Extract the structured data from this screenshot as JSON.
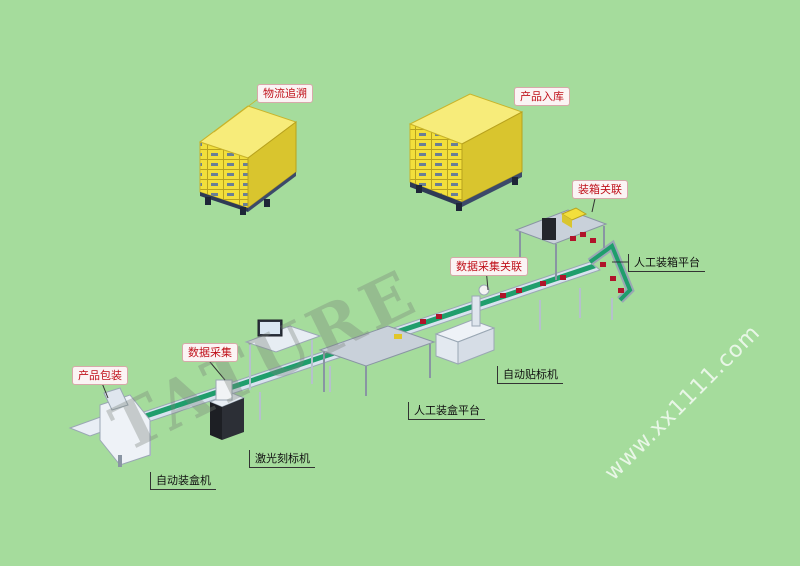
{
  "labels": {
    "logistics_trace": "物流追溯",
    "product_warehousing": "产品入库",
    "carton_association": "装箱关联",
    "manual_carton_platform": "人工装箱平台",
    "data_collection_association": "数据采集关联",
    "auto_labeler": "自动贴标机",
    "manual_boxing_platform": "人工装盒平台",
    "data_collection": "数据采集",
    "product_packaging": "产品包装",
    "laser_marker": "激光刻标机",
    "auto_boxing_machine": "自动装盒机"
  },
  "watermarks": {
    "brand": "TATURE",
    "site": "www.xx1111.com"
  },
  "colors": {
    "background": "#a5dc9c",
    "pallet_box": "#f2df3c",
    "conveyor_belt": "#1f9e6c",
    "machine": "#e9eef5",
    "table_top": "#c9d1da",
    "product": "#b0142a",
    "label_text_red": "#c0121b"
  }
}
